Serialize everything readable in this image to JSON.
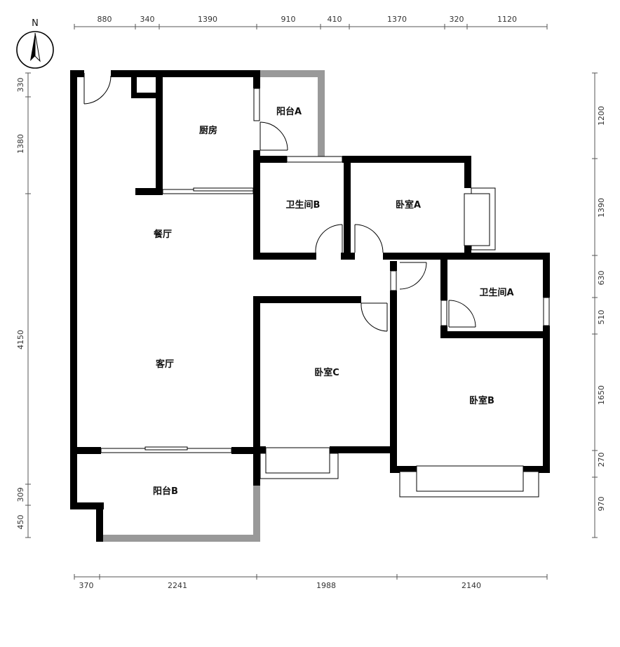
{
  "compass": {
    "label": "N"
  },
  "rooms": {
    "kitchen": "厨房",
    "balcony_a": "阳台A",
    "bath_b": "卫生间B",
    "bed_a": "卧室A",
    "dining": "餐厅",
    "living": "客厅",
    "bath_a": "卫生间A",
    "bed_c": "卧室C",
    "bed_b": "卧室B",
    "balcony_b": "阳台B"
  },
  "dimensions": {
    "top": [
      "880",
      "340",
      "1390",
      "910",
      "410",
      "1370",
      "320",
      "1120"
    ],
    "bottom": [
      "370",
      "2241",
      "1988",
      "2140"
    ],
    "left": [
      "330",
      "1380",
      "4150",
      "309",
      "450"
    ],
    "right": [
      "1200",
      "1390",
      "630",
      "510",
      "1650",
      "270",
      "970"
    ]
  },
  "colors": {
    "wall": "#000000",
    "open_wall": "#999999",
    "dim_line": "#555555"
  }
}
